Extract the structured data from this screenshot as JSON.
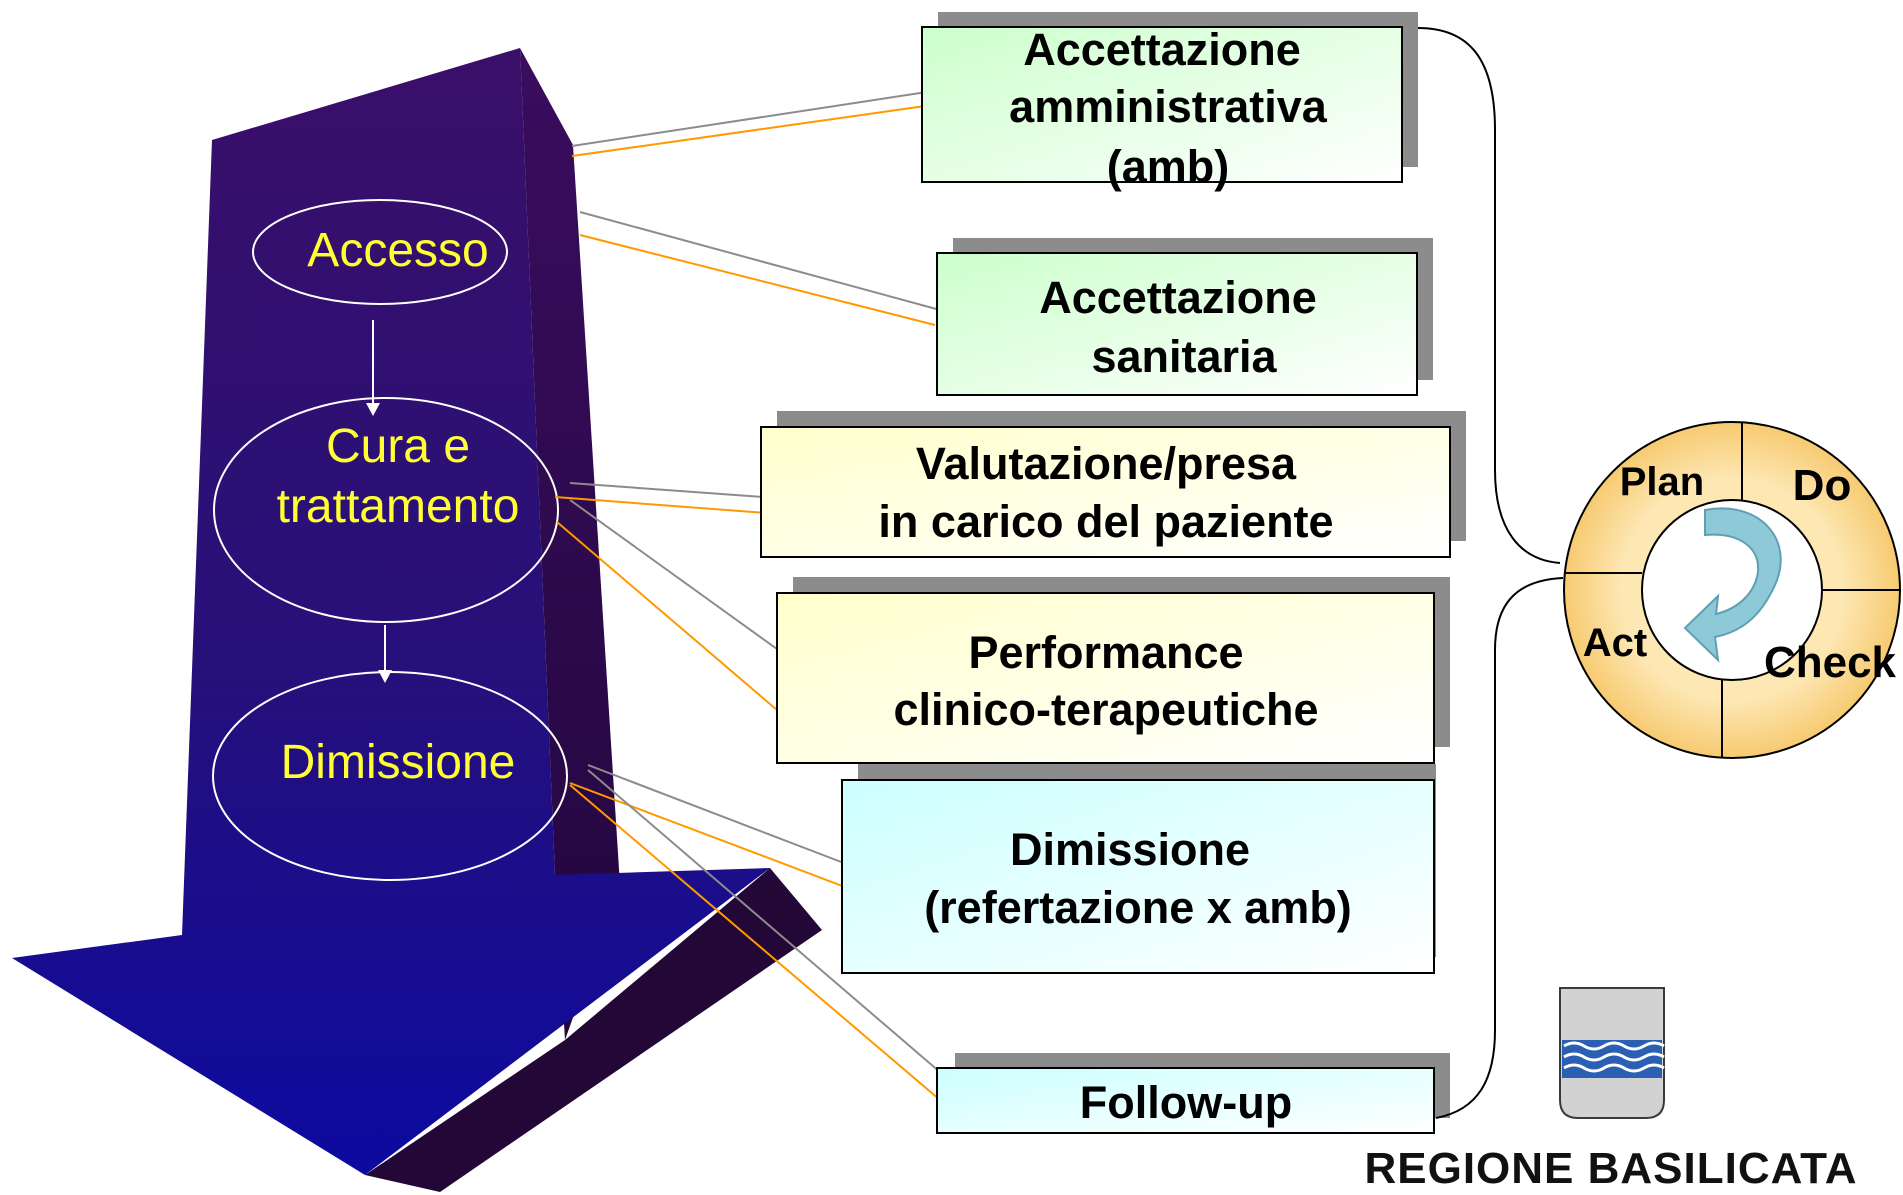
{
  "flow": {
    "steps": [
      "Accesso",
      "Cura e",
      "trattamento",
      "Dimissione"
    ]
  },
  "boxes": {
    "accettazione_amm": [
      "Accettazione",
      "amministrativa",
      "(amb)"
    ],
    "accettazione_san": [
      "Accettazione",
      "sanitaria"
    ],
    "valutazione": [
      "Valutazione/presa",
      "in carico del paziente"
    ],
    "performance": [
      "Performance",
      "clinico-terapeutiche"
    ],
    "dimissione": [
      "Dimissione",
      "(refertazione x amb)"
    ],
    "followup": [
      "Follow-up"
    ]
  },
  "pdca": {
    "plan": "Plan",
    "do": "Do",
    "check": "Check",
    "act": "Act"
  },
  "logo": {
    "text": "REGIONE BASILICATA"
  },
  "colors": {
    "arrow_dark": "#2a0a66",
    "arrow_side": "#2c0b4e",
    "connector_gray": "#8c8c8c",
    "connector_orange": "#ff9900",
    "ellipse_text": "#ffff33",
    "pdca_ring": "#f6c65a",
    "cycle_arrow": "#8ec9d8"
  }
}
